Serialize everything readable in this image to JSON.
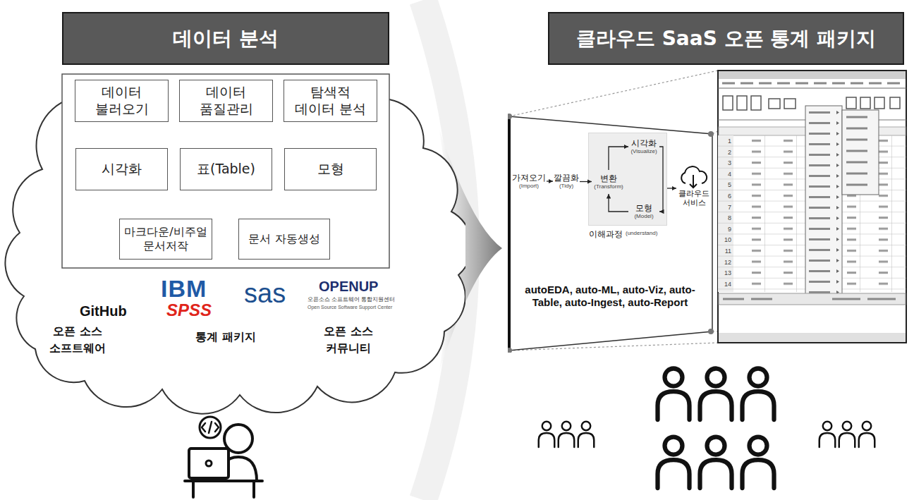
{
  "diagram": {
    "nodes": [
      {
        "text": [
          "데이터 분석"
        ]
      },
      {
        "text": [
          "오픈 소스 소프트웨어",
          "통계 패키지",
          "오픈 소스 커뮤니티"
        ]
      },
      {
        "text": [
          "데이터 불러오기"
        ],
        "in": 1
      },
      {
        "text": [
          "데이터 품질관리"
        ],
        "in": 1
      },
      {
        "text": [
          "탐색적 데이터 분석"
        ],
        "in": 1
      },
      {
        "text": [
          "시각화"
        ],
        "in": 1
      },
      {
        "text": [
          "표(Table)"
        ],
        "in": 1
      },
      {
        "text": [
          "모형"
        ],
        "in": 1
      },
      {
        "text": [
          "마크다운/비주얼 문서저작"
        ],
        "in": 1
      },
      {
        "text": [
          "문서 자동생성"
        ],
        "in": 1
      },
      {
        "text": [
          "클라우드 SaaS 오픈 통계 패키지"
        ]
      },
      {
        "text": [
          "autoEDA, auto-ML, auto-Viz, auto-Table, auto-Ingest, auto-Report"
        ]
      },
      {
        "text": [
          "가져오기",
          "(Import)"
        ],
        "in": 11
      },
      {
        "text": [
          "깔끔화",
          "(Tidy)"
        ],
        "in": 11
      },
      {
        "text": [
          "이해과정",
          "(understand)"
        ],
        "in": 11
      },
      {
        "text": [
          "변환",
          "(Transform)"
        ],
        "in": 14
      },
      {
        "text": [
          "시각화",
          "(Visualize)"
        ],
        "in": 14
      },
      {
        "text": [
          "모형",
          "(Model)"
        ],
        "in": 14
      },
      {
        "text": [
          "클라우드 서비스"
        ],
        "in": 11
      }
    ],
    "edges": [
      {
        "from": 12,
        "to": 13,
        "arrow": "to"
      },
      {
        "from": 13,
        "to": 15,
        "arrow": "to"
      },
      {
        "from": 15,
        "to": 16,
        "arrow": "to"
      },
      {
        "from": 16,
        "to": 17,
        "arrow": "to"
      },
      {
        "from": 17,
        "to": 15,
        "arrow": "to"
      },
      {
        "from": 14,
        "to": 18,
        "arrow": "to"
      }
    ],
    "labels": [
      "GitHub",
      "IBM",
      "SPSS",
      "sas",
      "OPENUP",
      "오픈소스 소프트웨어 통합지원센터",
      "Open Source Software Support Center",
      "1",
      "2",
      "3",
      "4",
      "5",
      "6",
      "7",
      "8",
      "9",
      "10",
      "11",
      "12",
      "13",
      "14"
    ]
  }
}
